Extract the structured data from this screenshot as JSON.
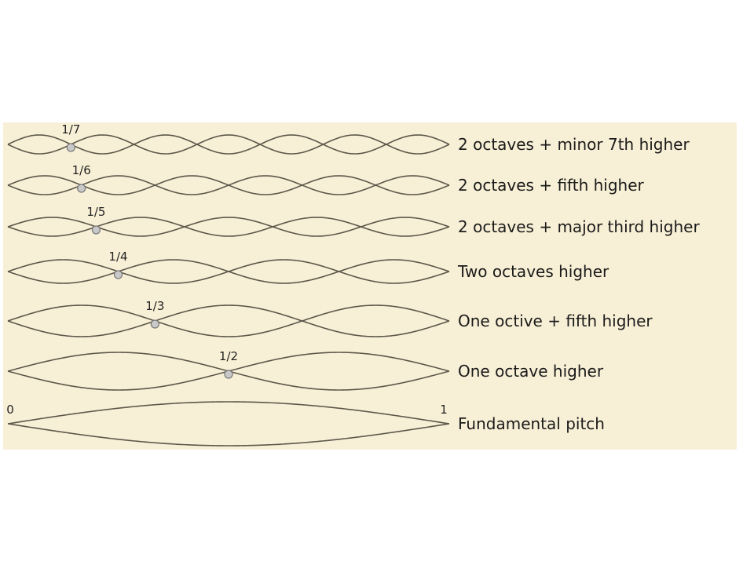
{
  "diagram": {
    "endpoints": {
      "start": "0",
      "end": "1"
    },
    "modes": [
      {
        "harmonic": 7,
        "node_label": "1/7",
        "description": "2 octaves + minor 7th higher"
      },
      {
        "harmonic": 6,
        "node_label": "1/6",
        "description": "2 octaves + fifth higher"
      },
      {
        "harmonic": 5,
        "node_label": "1/5",
        "description": "2 octaves + major third higher"
      },
      {
        "harmonic": 4,
        "node_label": "1/4",
        "description": "Two octaves higher"
      },
      {
        "harmonic": 3,
        "node_label": "1/3",
        "description": "One octive + fifth higher"
      },
      {
        "harmonic": 2,
        "node_label": "1/2",
        "description": "One octave higher"
      },
      {
        "harmonic": 1,
        "node_label": "",
        "description": "Fundamental pitch"
      }
    ],
    "colors": {
      "background": "#f8f0d6",
      "string": "#5c574a",
      "node_fill": "#c9c9c9"
    }
  }
}
